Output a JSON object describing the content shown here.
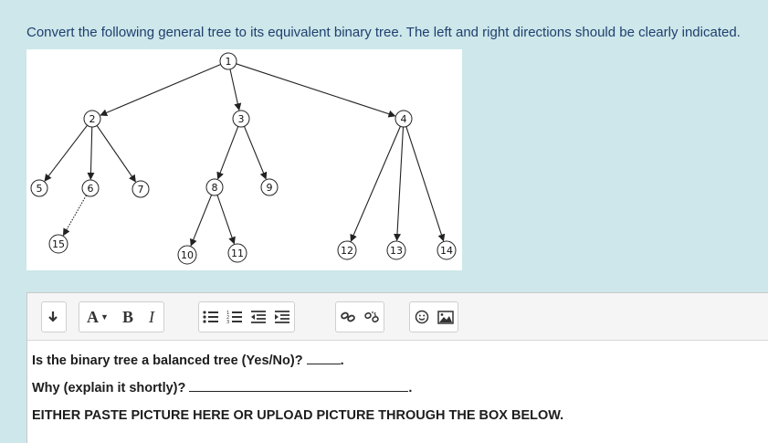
{
  "question": "Convert the following general tree to its equivalent binary tree. The left and right directions should be clearly indicated.",
  "tree": {
    "nodes": [
      "1",
      "2",
      "3",
      "4",
      "5",
      "6",
      "7",
      "8",
      "9",
      "10",
      "11",
      "12",
      "13",
      "14",
      "15"
    ]
  },
  "toolbar": {
    "collapse_icon": "arrow-down-icon",
    "font_label": "A",
    "bold_label": "B",
    "italic_label": "I",
    "buttons": [
      "unordered-list-icon",
      "ordered-list-icon",
      "outdent-icon",
      "indent-icon",
      "link-icon",
      "unlink-icon",
      "emoji-icon",
      "image-icon"
    ]
  },
  "content": {
    "line1": "Is the binary tree a balanced tree (Yes/No)? ",
    "line1_end": ".",
    "line2": "Why (explain it shortly)? ",
    "line2_end": ".",
    "line3": "EITHER PASTE PICTURE HERE OR UPLOAD PICTURE THROUGH THE BOX BELOW."
  }
}
